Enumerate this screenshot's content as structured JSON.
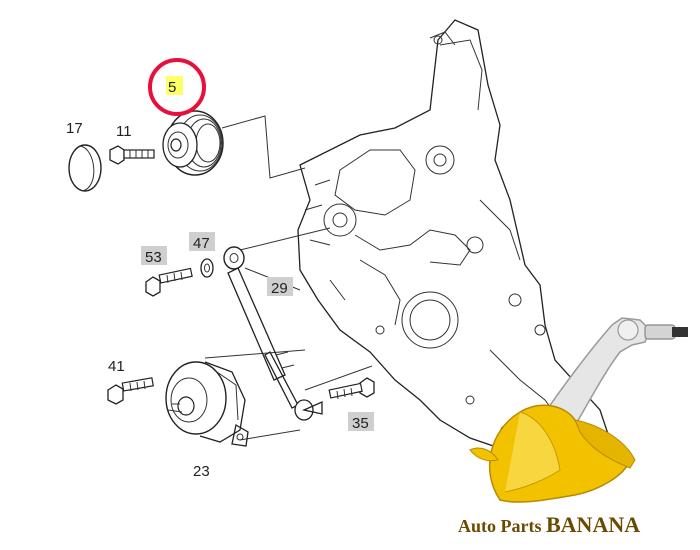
{
  "callouts": {
    "c5": "5",
    "c17": "17",
    "c11": "11",
    "c53": "53",
    "c47": "47",
    "c29": "29",
    "c41": "41",
    "c35": "35",
    "c23": "23"
  },
  "watermark": {
    "part1": "Auto Parts ",
    "part2": "BANANA"
  },
  "colors": {
    "highlight_ring": "#e8103a",
    "highlight_fill": "#ffff66",
    "tag_fill": "#cfcfcf",
    "banana": "#f2c200",
    "line": "#222222"
  }
}
